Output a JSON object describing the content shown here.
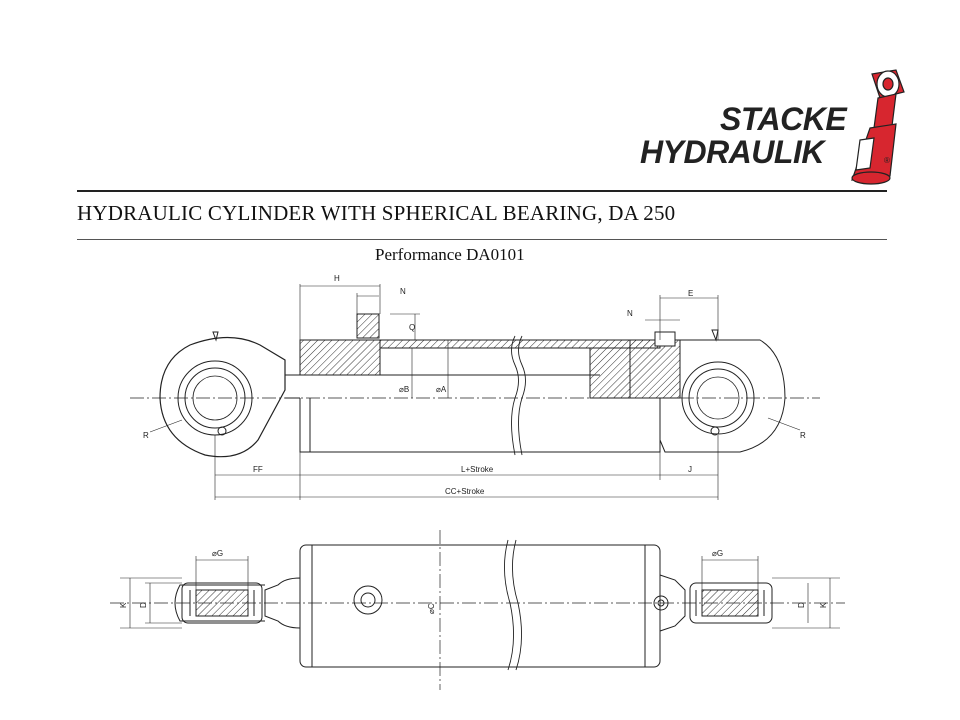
{
  "logo": {
    "line1": "STACKE",
    "line2": "HYDRAULIK",
    "registered": "®",
    "brand_color": "#d7262f"
  },
  "title": "HYDRAULIC CYLINDER WITH SPHERICAL BEARING, DA 250",
  "subtitle": "Performance DA0101",
  "dimension_labels": {
    "h": "H",
    "n_left": "N",
    "q": "Q",
    "n_right": "N",
    "e": "E",
    "b": "⌀B",
    "a": "⌀A",
    "r_left": "R",
    "r_right": "R",
    "ff": "FF",
    "l_stroke": "L+Stroke",
    "j": "J",
    "cc_stroke": "CC+Stroke",
    "g_left": "⌀G",
    "g_right": "⌀G",
    "c": "⌀C",
    "k_left": "K",
    "d_left": "D",
    "d_right": "D",
    "k_right": "K"
  }
}
